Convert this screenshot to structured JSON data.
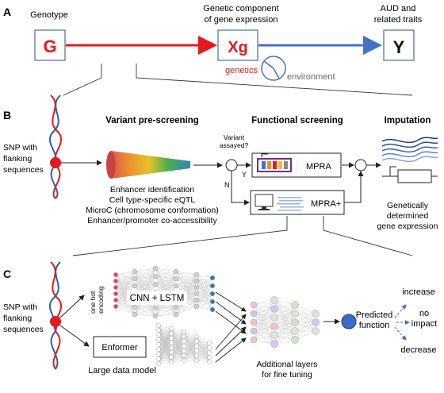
{
  "panels": {
    "a": {
      "letter": "A",
      "genotype_label": "Genotype",
      "g_symbol": "G",
      "gene_expr_label_1": "Genetic component",
      "gene_expr_label_2": "of gene expression",
      "xg_symbol": "Xg",
      "aud_label_1": "AUD and",
      "aud_label_2": "related traits",
      "y_symbol": "Y",
      "genetics_label": "genetics",
      "environment_label": "environment"
    },
    "b": {
      "letter": "B",
      "snp_label": [
        "SNP with",
        "flanking",
        "sequences"
      ],
      "prescreen_title": "Variant pre-screening",
      "prescreen_items": [
        "Enhancer identification",
        "Cell type-specific eQTL",
        "MicroC (chromosome conformation)",
        "Enhancer/promoter co-accessibility"
      ],
      "assayed_label": [
        "Variant",
        "assayed?"
      ],
      "y_label": "Y",
      "n_label": "N",
      "functional_title": "Functional screening",
      "mpra_label": "MPRA",
      "mpra_plus_label": "MPRA+",
      "imputation_title": "Imputation",
      "imputation_result": [
        "Genetically",
        "determined",
        "gene expression"
      ]
    },
    "c": {
      "letter": "C",
      "snp_label": [
        "SNP with",
        "flanking",
        "sequences"
      ],
      "one_hot_label": [
        "one hot",
        "encoding"
      ],
      "cnn_label": "CNN + LSTM",
      "enformer_label": "Enformer",
      "large_model_label": "Large data model",
      "additional_layers_label": [
        "Additional layers",
        "for fine tuning"
      ],
      "predicted_label": [
        "Predicted",
        "function"
      ],
      "outcomes": {
        "increase": "increase",
        "no_impact": [
          "no",
          "impact"
        ],
        "decrease": "decrease"
      }
    }
  },
  "colors": {
    "red": "#e41a1c",
    "blue": "#4472c4",
    "dark_blue": "#1f3b70",
    "gray": "#555555",
    "rainbow": [
      "#d9534f",
      "#e8902e",
      "#e6c229",
      "#4cae4c",
      "#2e86c1"
    ]
  }
}
